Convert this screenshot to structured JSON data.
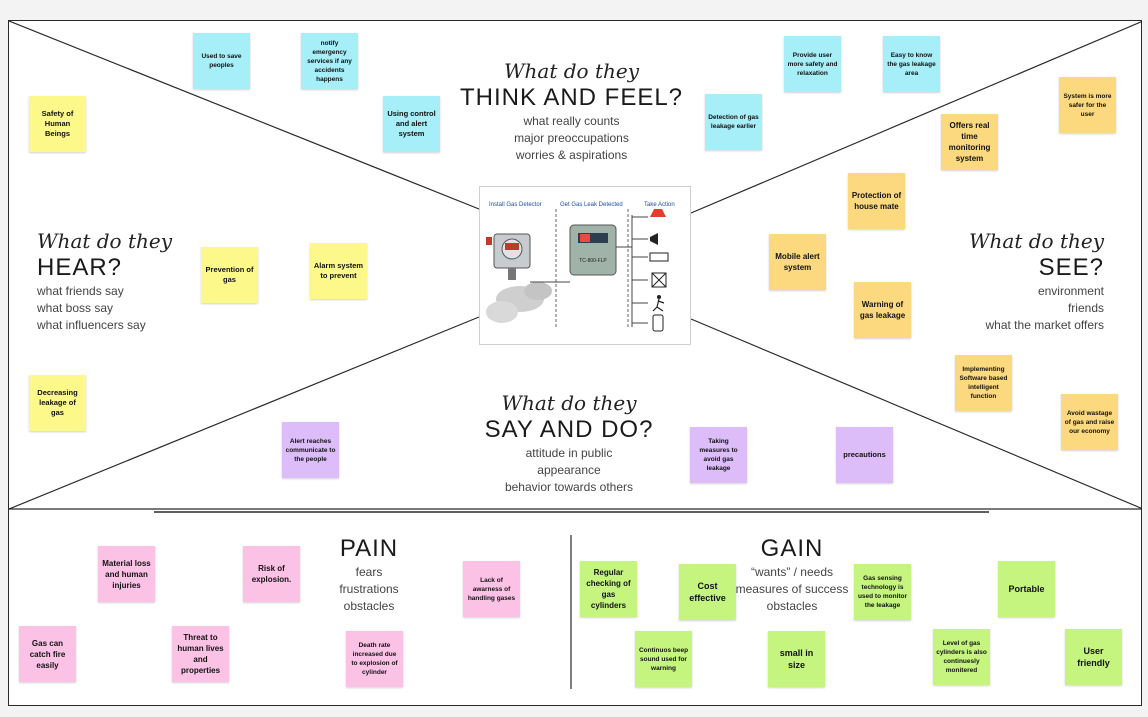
{
  "sections": {
    "think": {
      "script": "What do they",
      "title": "THINK AND FEEL?",
      "lines": [
        "what really counts",
        "major preoccupations",
        "worries & aspirations"
      ]
    },
    "hear": {
      "script": "What do they",
      "title": "HEAR?",
      "lines": [
        "what friends say",
        "what boss say",
        "what influencers say"
      ]
    },
    "see": {
      "script": "What do they",
      "title": "SEE?",
      "lines": [
        "environment",
        "friends",
        "what the market offers"
      ]
    },
    "say": {
      "script": "What do they",
      "title": "SAY AND DO?",
      "lines": [
        "attitude in public",
        "appearance",
        "behavior towards others"
      ]
    },
    "pain": {
      "title": "PAIN",
      "lines": [
        "fears",
        "frustrations",
        "obstacles"
      ]
    },
    "gain": {
      "title": "GAIN",
      "lines": [
        "“wants” / needs",
        "measures of success",
        "obstacles"
      ]
    }
  },
  "image": {
    "labels": [
      "Install Gas Detector",
      "Get Gas Leak Detected",
      "Take Action"
    ],
    "device_text": "TC-800-FLP"
  },
  "notes": {
    "think": [
      "Used to save peoples",
      "notify emergency services if any accidents happens",
      "Using control and alert system",
      "Detection of gas leakage earlier",
      "Provide user more safety and relaxation",
      "Easy to know the gas leakage area"
    ],
    "hear": [
      "Safety of Human Beings",
      "Prevention of gas",
      "Alarm system to prevent",
      "Decreasing leakage of gas"
    ],
    "see": [
      "System is more safer for the user",
      "Offers real time monitoring system",
      "Protection of house mate",
      "Mobile alert system",
      "Warning of gas leakage",
      "Implementing Software based intelligent function",
      "Avoid wastage of gas and raise our economy"
    ],
    "say": [
      "Alert reaches communicate to the people",
      "Taking measures to avoid gas leakage",
      "precautions"
    ],
    "pain": [
      "Material loss and human injuries",
      "Risk of explosion.",
      "Lack of awarness of handling gases",
      "Gas can catch fire easily",
      "Threat to human lives and properties",
      "Death rate increased due to explosion of cylinder"
    ],
    "gain": [
      "Regular checking of gas cylinders",
      "Cost effective",
      "Gas sensing technology is used to monitor the leakage",
      "Portable",
      "Continuos beep sound used for warning",
      "small in size",
      "Level of gas cylinders is also continuesly monitered",
      "User friendly"
    ]
  },
  "colors": {
    "yellow": "#fcf88a",
    "cyan": "#a6eef8",
    "orange": "#fcd97f",
    "pink": "#fbc2e6",
    "violet": "#dcbdfa",
    "green": "#c5f57f"
  }
}
